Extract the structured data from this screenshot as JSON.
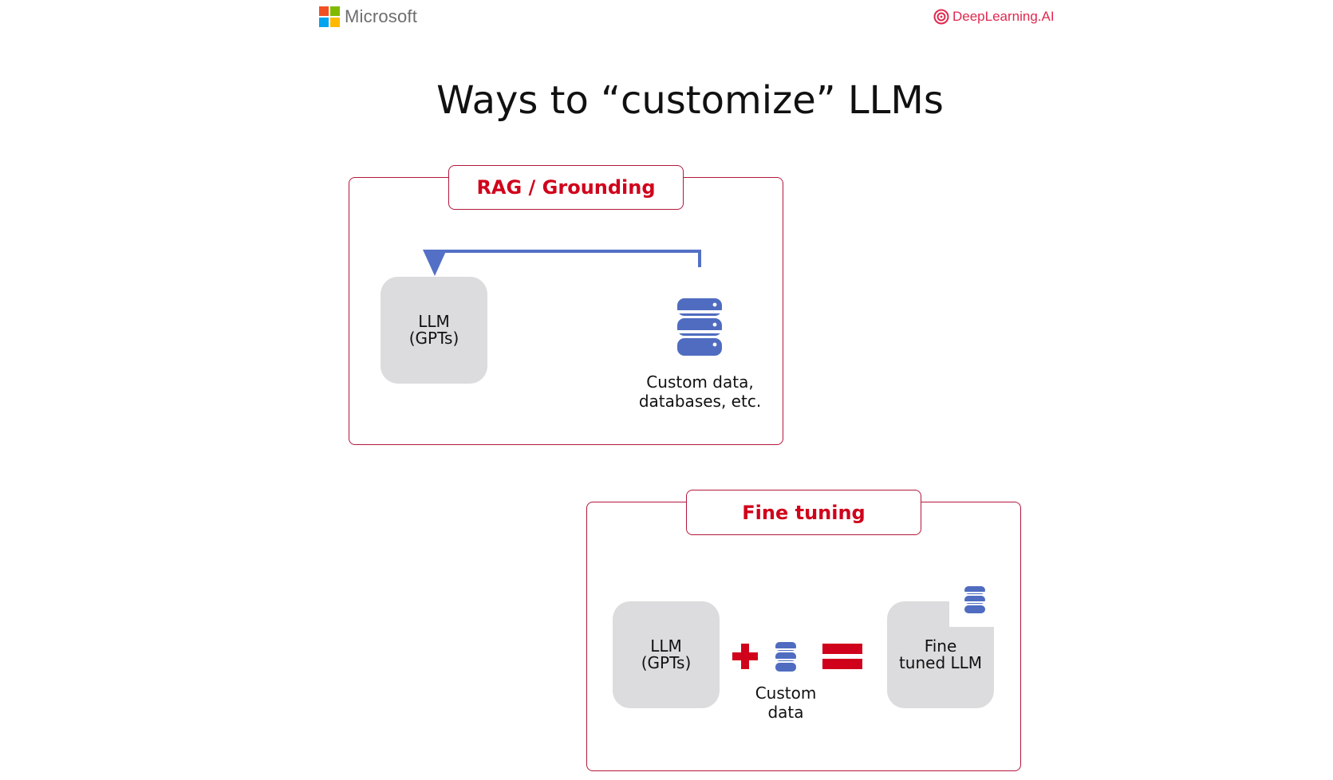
{
  "header": {
    "microsoft_label": "Microsoft",
    "deeplearning_label": "DeepLearning.AI"
  },
  "title": "Ways to “customize” LLMs",
  "rag": {
    "label": "RAG / Grounding",
    "llm_label": "LLM\n(GPTs)",
    "data_caption": "Custom data,\ndatabases, etc."
  },
  "fine_tuning": {
    "label": "Fine tuning",
    "llm_label": "LLM\n(GPTs)",
    "data_caption": "Custom\ndata",
    "result_label": "Fine\ntuned LLM"
  },
  "colors": {
    "accent_red": "#d0021b",
    "border_red": "#b3173b",
    "db_blue": "#4f6cc0",
    "arrow_blue": "#5470c6",
    "box_gray": "#dcdbdd"
  }
}
